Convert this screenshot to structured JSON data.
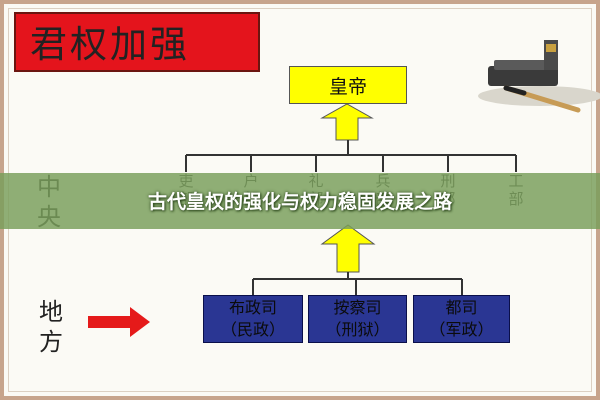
{
  "title": "君权加强",
  "emperor": "皇帝",
  "central": {
    "label": [
      "中",
      "央"
    ],
    "ministries": [
      "吏部",
      "户部",
      "礼部",
      "兵部",
      "刑部",
      "工部"
    ]
  },
  "local": {
    "label": [
      "地",
      "方"
    ],
    "offices": [
      {
        "name": "布政司",
        "role": "（民政）"
      },
      {
        "name": "按察司",
        "role": "（刑狱）"
      },
      {
        "name": "都司",
        "role": "（军政）"
      }
    ]
  },
  "banner": "古代皇权的强化与权力稳固发展之路",
  "colors": {
    "title_bg": "#e4141c",
    "emperor_bg": "#ffff00",
    "local_bg": "#2a3693",
    "arrow_yellow": "#ffff00",
    "arrow_red": "#e51a1a",
    "banner_bg": "#7a9e5c"
  }
}
